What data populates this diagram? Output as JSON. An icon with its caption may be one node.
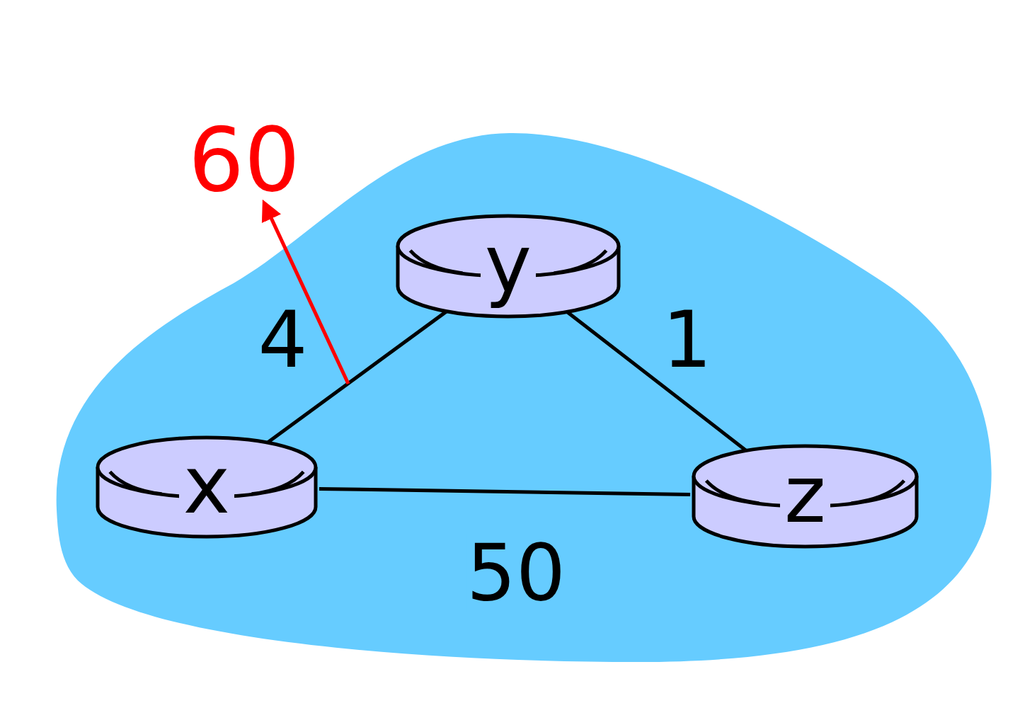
{
  "diagram": {
    "nodes": [
      {
        "text": [],
        "shape": "cloud"
      },
      {
        "text": [
          "y"
        ],
        "in": 0
      },
      {
        "text": [
          "x"
        ],
        "in": 0
      },
      {
        "text": [
          "z"
        ],
        "in": 0
      },
      {
        "text": [
          "60"
        ]
      }
    ],
    "edges": [
      {
        "from": 2,
        "to": 1,
        "arrow": "none",
        "label": "4"
      },
      {
        "from": 1,
        "to": 3,
        "arrow": "none",
        "label": "1"
      },
      {
        "from": 2,
        "to": 3,
        "arrow": "none",
        "label": "50"
      },
      {
        "from": null,
        "to": 4,
        "arrow": "to",
        "color": "#ff0000"
      }
    ]
  }
}
